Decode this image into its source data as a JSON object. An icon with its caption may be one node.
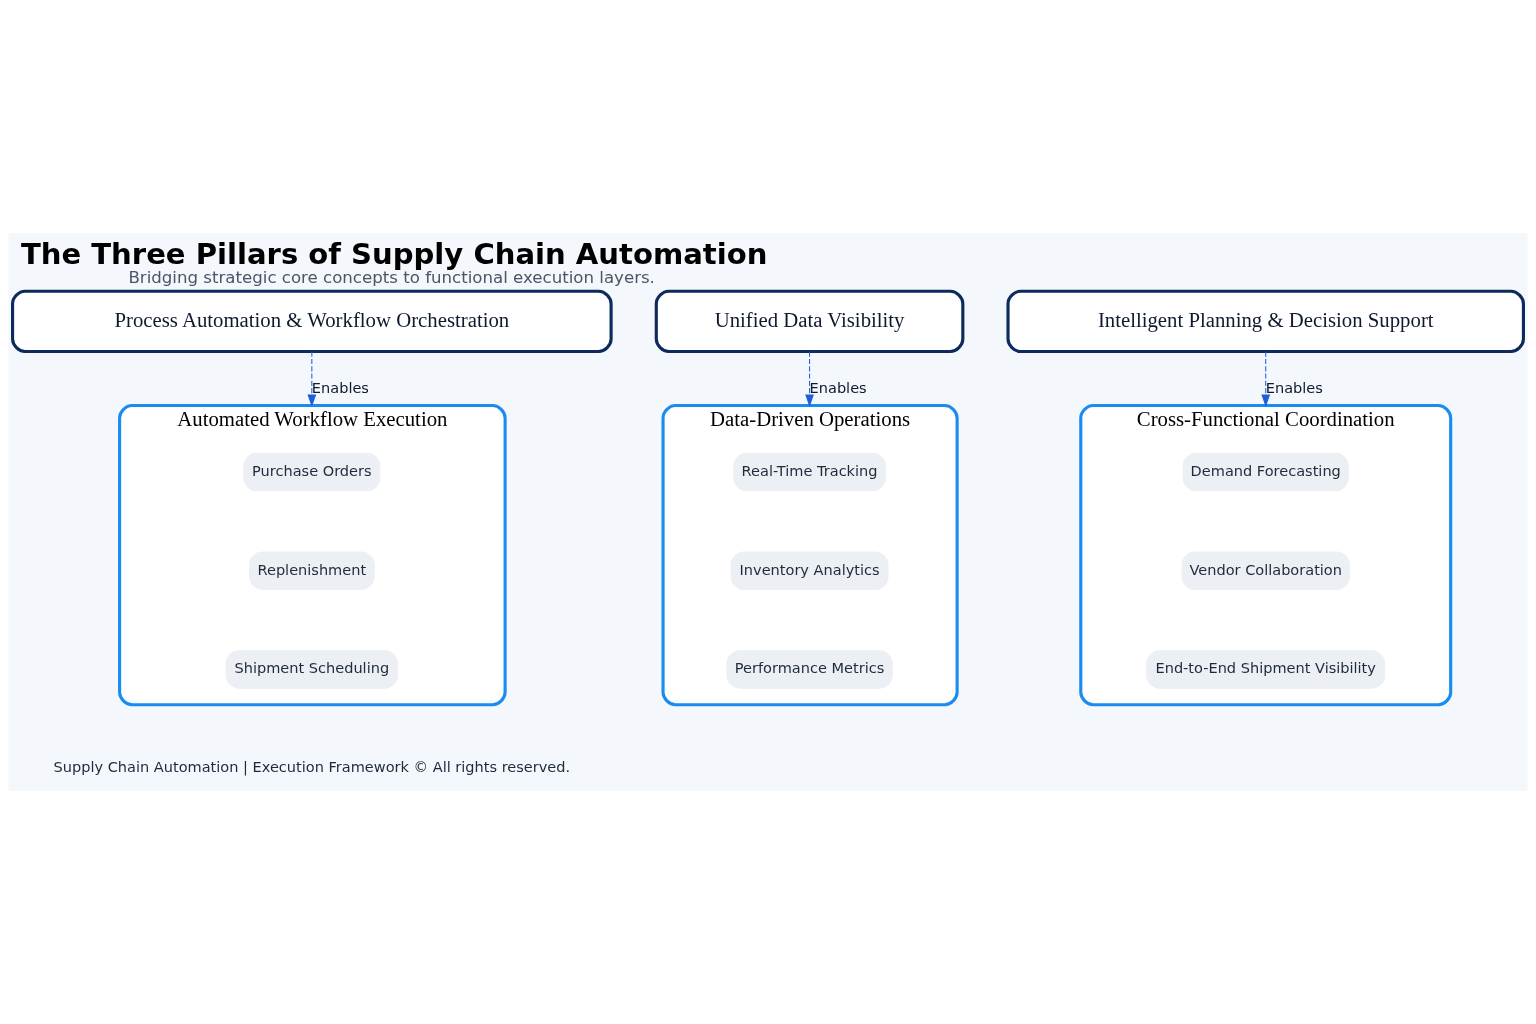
{
  "diagram": {
    "title": "The Three Pillars of Supply Chain Automation",
    "caption": "Bridging strategic core concepts to functional execution layers.",
    "nodes": [
      {
        "text": [
          "Process Automation & Workflow Orchestration"
        ]
      },
      {
        "text": [
          "Unified Data Visibility"
        ]
      },
      {
        "text": [
          "Intelligent Planning & Decision Support"
        ]
      },
      {
        "text": [
          "Automated Workflow Execution"
        ]
      },
      {
        "text": [
          "Purchase Orders"
        ],
        "in": 3
      },
      {
        "text": [
          "Replenishment"
        ],
        "in": 3
      },
      {
        "text": [
          "Shipment Scheduling"
        ],
        "in": 3
      },
      {
        "text": [
          "Data-Driven Operations"
        ]
      },
      {
        "text": [
          "Real-Time Tracking"
        ],
        "in": 7
      },
      {
        "text": [
          "Inventory Analytics"
        ],
        "in": 7
      },
      {
        "text": [
          "Performance Metrics"
        ],
        "in": 7
      },
      {
        "text": [
          "Cross-Functional Coordination"
        ]
      },
      {
        "text": [
          "Demand Forecasting"
        ],
        "in": 11
      },
      {
        "text": [
          "Vendor Collaboration"
        ],
        "in": 11
      },
      {
        "text": [
          "End-to-End Shipment Visibility"
        ],
        "in": 11
      }
    ],
    "edges": [
      {
        "from": 0,
        "to": 3,
        "arrow": "to",
        "label": "Enables",
        "style": "dashed"
      },
      {
        "from": 1,
        "to": 7,
        "arrow": "to",
        "label": "Enables",
        "style": "dashed"
      },
      {
        "from": 2,
        "to": 11,
        "arrow": "to",
        "label": "Enables",
        "style": "dashed"
      }
    ],
    "labels": [
      "Supply Chain Automation | Execution Framework © All rights reserved."
    ]
  }
}
